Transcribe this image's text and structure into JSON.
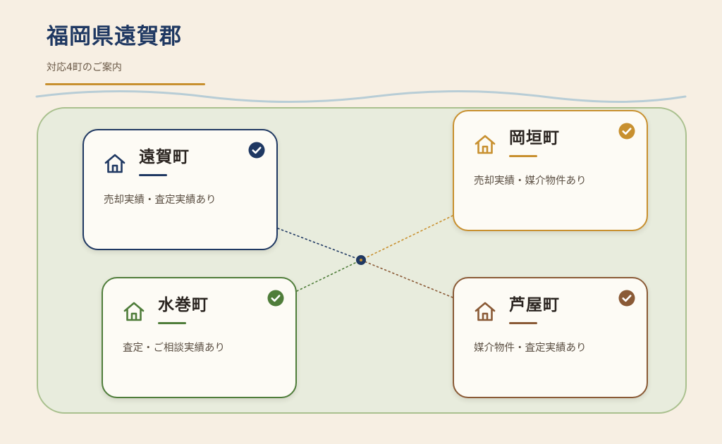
{
  "header": {
    "title": "福岡県遠賀郡",
    "subtitle": "対応4町のご案内"
  },
  "colors": {
    "background": "#f7efe3",
    "map_fill": "#e8ecdd",
    "map_border": "#a9c08e",
    "title_underline": "#c8902f",
    "wave": "#b8cdd6",
    "hub": "#1f3862"
  },
  "towns": [
    {
      "name": "遠賀町",
      "description": "売却実績・査定実績あり",
      "accent": "#1f3862",
      "icon": "house-icon",
      "badge_icon": "check-circle-icon"
    },
    {
      "name": "岡垣町",
      "description": "売却実績・媒介物件あり",
      "accent": "#c8902f",
      "icon": "house-icon",
      "badge_icon": "check-circle-icon"
    },
    {
      "name": "水巻町",
      "description": "査定・ご相談実績あり",
      "accent": "#4f7d3a",
      "icon": "house-icon",
      "badge_icon": "check-circle-icon"
    },
    {
      "name": "芦屋町",
      "description": "媒介物件・査定実績あり",
      "accent": "#8a5a36",
      "icon": "house-icon",
      "badge_icon": "check-circle-icon"
    }
  ]
}
